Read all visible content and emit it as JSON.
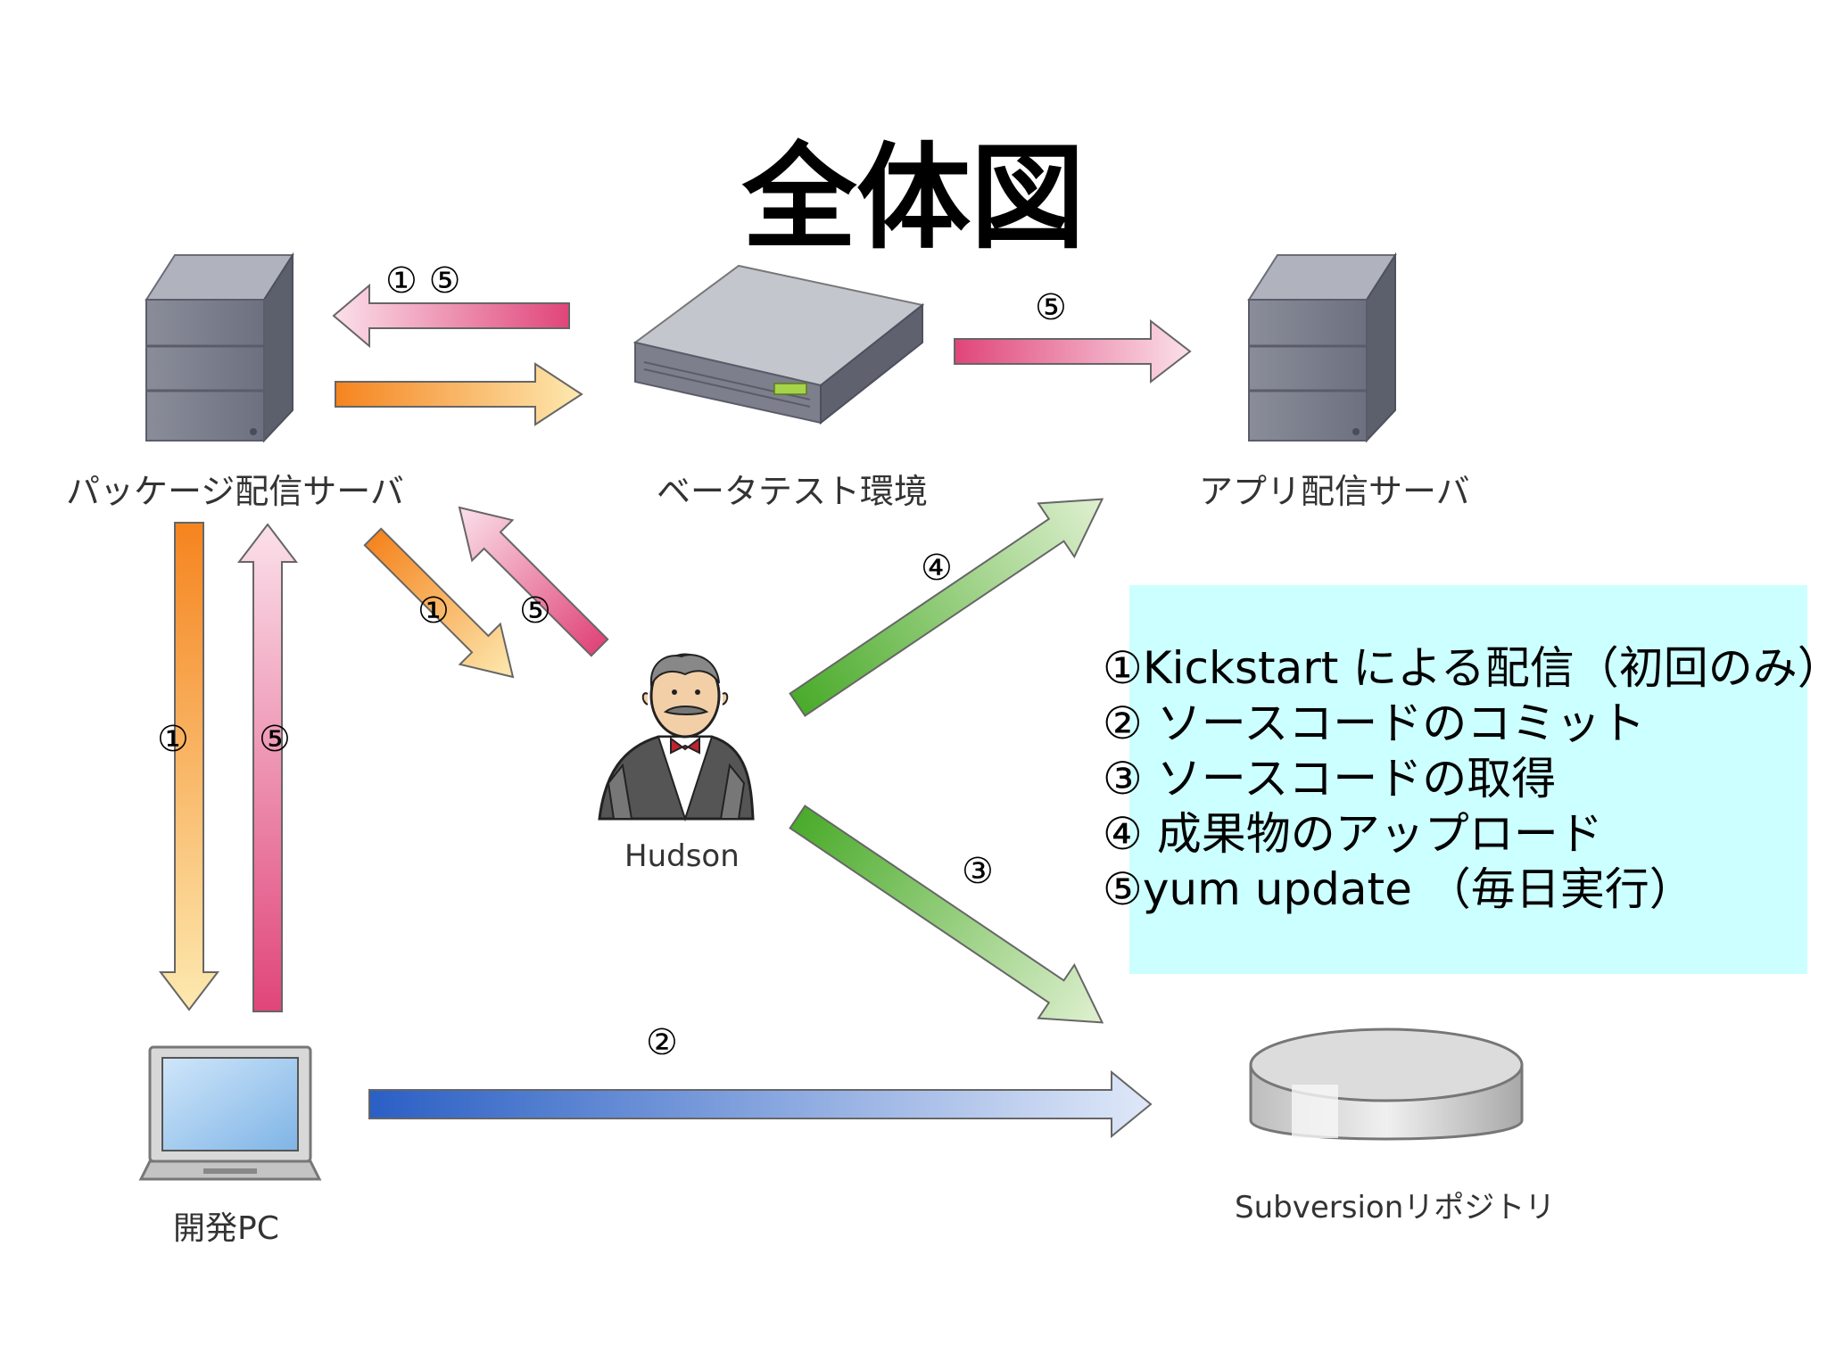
{
  "title": "全体図",
  "nodes": {
    "package_server": "パッケージ配信サーバ",
    "beta_test": "ベータテスト環境",
    "app_server": "アプリ配信サーバ",
    "hudson": "Hudson",
    "dev_pc": "開発PC",
    "svn": "Subversionリポジトリ"
  },
  "edge_labels": {
    "beta_to_pkg": "① ⑤",
    "beta_to_app": "⑤",
    "pkg_to_hudson": "①",
    "hudson_to_pkg": "⑤",
    "pkg_to_pc": "①",
    "pc_to_pkg": "⑤",
    "hudson_to_app": "④",
    "hudson_to_svn": "③",
    "pc_to_svn": "②"
  },
  "legend": {
    "items": [
      "①Kickstart による配信（初回のみ）",
      "② ソースコードのコミット",
      "③ ソースコードの取得",
      "④ 成果物のアップロード",
      "⑤yum update （毎日実行）"
    ],
    "background": "#ccffff"
  },
  "colors": {
    "pink": "#e0457a",
    "orange": "#f5841f",
    "green": "#4aab2a",
    "blue": "#2a5fc4"
  }
}
